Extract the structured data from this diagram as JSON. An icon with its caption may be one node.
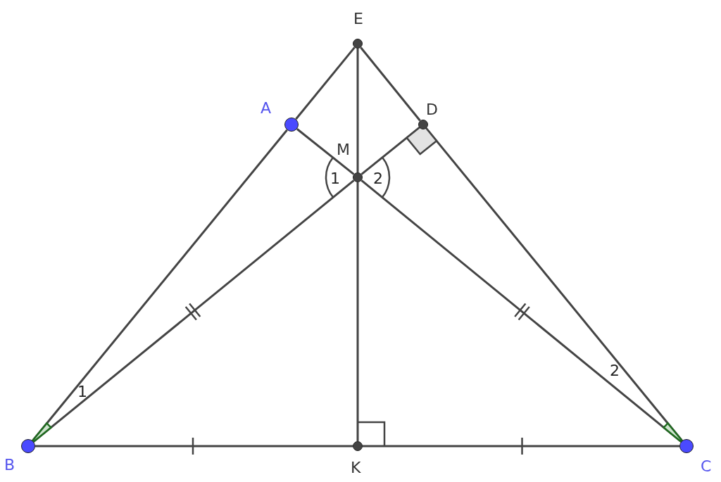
{
  "diagram": {
    "nodes": [
      {
        "text": [],
        "shape": "circle",
        "beside": [
          "E"
        ]
      },
      {
        "text": [],
        "shape": "circle",
        "beside": [
          "A"
        ]
      },
      {
        "text": [],
        "shape": "circle",
        "beside": [
          "D"
        ]
      },
      {
        "text": [],
        "shape": "circle",
        "beside": [
          "M"
        ]
      },
      {
        "text": [],
        "shape": "circle",
        "beside": [
          "B"
        ]
      },
      {
        "text": [],
        "shape": "circle",
        "beside": [
          "K"
        ]
      },
      {
        "text": [],
        "shape": "circle",
        "beside": [
          "C"
        ]
      }
    ],
    "edges": [
      {
        "from": 0,
        "to": 1,
        "arrow": "none"
      },
      {
        "from": 1,
        "to": 4,
        "arrow": "none"
      },
      {
        "from": 0,
        "to": 2,
        "arrow": "none"
      },
      {
        "from": 2,
        "to": 6,
        "arrow": "none"
      },
      {
        "from": 0,
        "to": 3,
        "arrow": "none"
      },
      {
        "from": 3,
        "to": 5,
        "arrow": "none"
      },
      {
        "from": 1,
        "to": 3,
        "arrow": "none"
      },
      {
        "from": 3,
        "to": 6,
        "arrow": "none"
      },
      {
        "from": 2,
        "to": 3,
        "arrow": "none"
      },
      {
        "from": 3,
        "to": 4,
        "arrow": "none"
      },
      {
        "from": 4,
        "to": 5,
        "arrow": "none"
      },
      {
        "from": 5,
        "to": 6,
        "arrow": "none"
      }
    ],
    "labels": [
      "1",
      "2",
      "1",
      "2"
    ]
  }
}
